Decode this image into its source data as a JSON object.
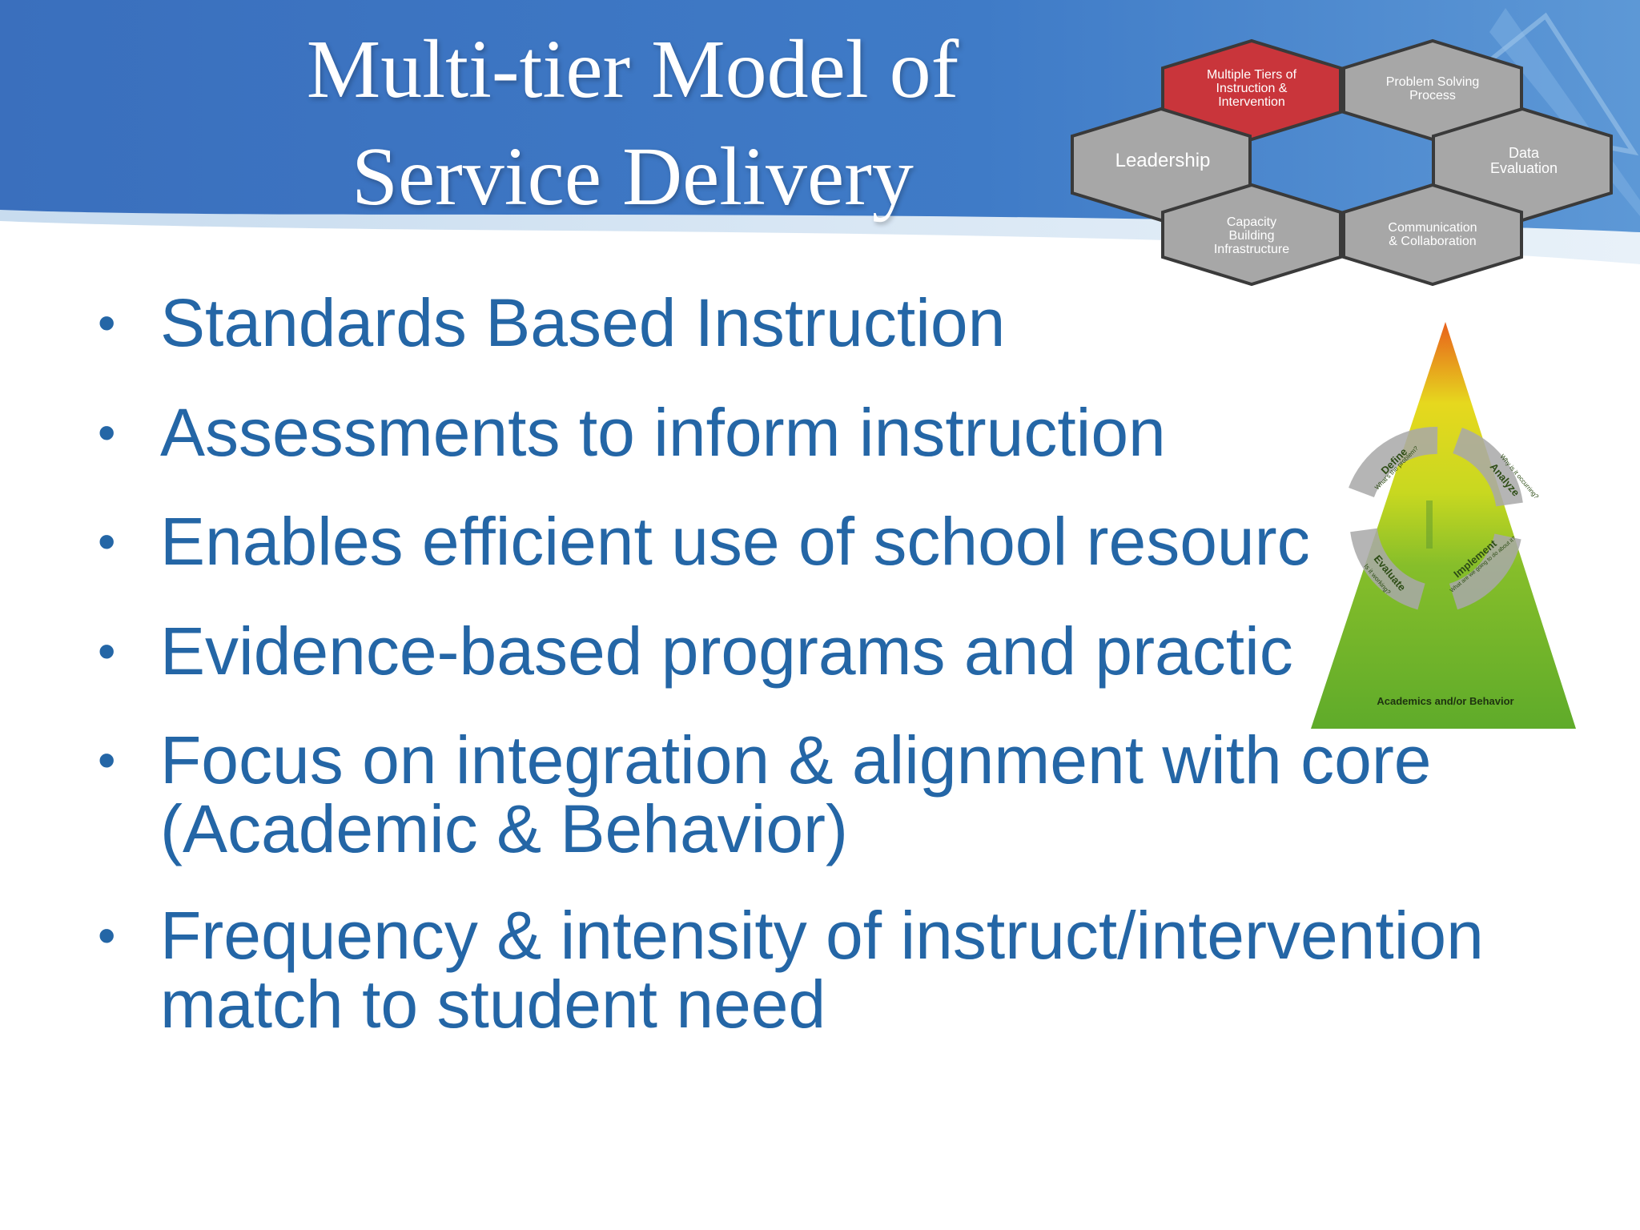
{
  "slide": {
    "title_lines": [
      "Multi-tier Model of",
      "Service Delivery"
    ],
    "bullets": [
      {
        "lines": [
          "Standards Based Instruction"
        ]
      },
      {
        "lines": [
          "Assessments to inform instruction"
        ]
      },
      {
        "lines": [
          "Enables efficient use of school resourc"
        ]
      },
      {
        "lines": [
          "Evidence-based programs and practic"
        ]
      },
      {
        "lines": [
          "Focus on integration & alignment with core",
          "(Academic & Behavior)"
        ]
      },
      {
        "lines": [
          "Frequency & intensity of instruct/intervention",
          "match to student need"
        ]
      }
    ]
  },
  "hex_diagram": {
    "cells": {
      "tiers": [
        "Multiple Tiers of",
        "Instruction &",
        "Intervention"
      ],
      "problem_solving": [
        "Problem Solving",
        "Process"
      ],
      "leadership": [
        "Leadership"
      ],
      "data": [
        "Data",
        "Evaluation"
      ],
      "capacity": [
        "Capacity",
        "Building",
        "Infrastructure"
      ],
      "communication": [
        "Communication",
        "& Collaboration"
      ]
    },
    "colors": {
      "highlight": "#c9353b",
      "cell": "#a7a7a7",
      "border": "#3a3a3a"
    }
  },
  "pyramid": {
    "caption": "Academics and/or Behavior",
    "cycle": {
      "define": "Define",
      "define_sub": "What's the problem?",
      "analyze": "Analyze",
      "analyze_sub": "Why is it occurring?",
      "implement": "Implement",
      "implement_sub": "What are we going to do about it?",
      "evaluate": "Evaluate",
      "evaluate_sub": "Is it working?"
    },
    "colors": {
      "top": "#e8601c",
      "middle": "#e6d81e",
      "bottom": "#6ab12c"
    }
  },
  "theme": {
    "banner_blue": "#3b73be",
    "text_blue": "#2466a6"
  }
}
